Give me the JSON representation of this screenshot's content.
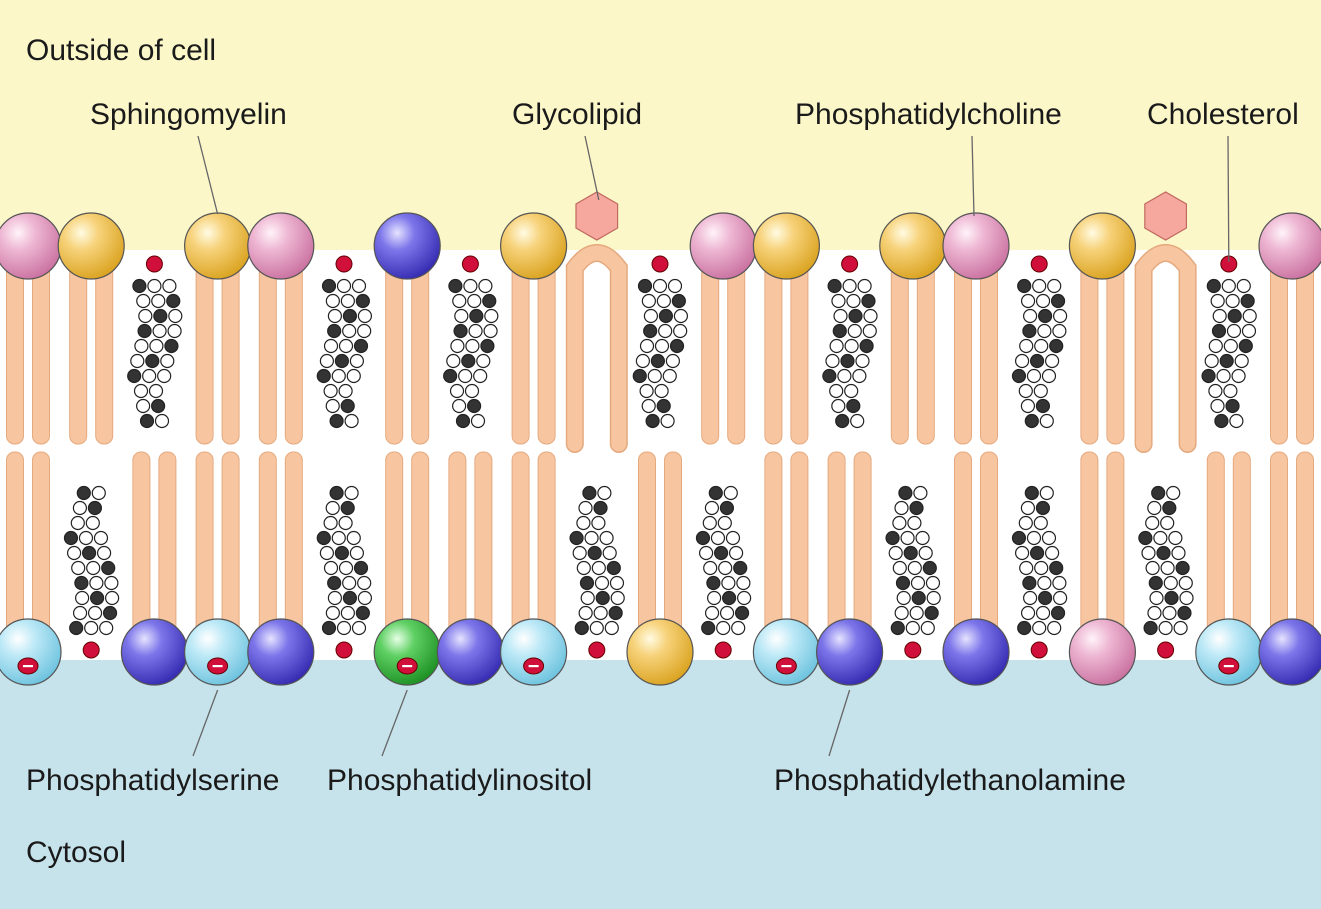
{
  "regions": {
    "outside": "Outside of cell",
    "cytosol": "Cytosol"
  },
  "labels": {
    "sphingomyelin": "Sphingomyelin",
    "glycolipid": "Glycolipid",
    "phosphatidylcholine": "Phosphatidylcholine",
    "cholesterol": "Cholesterol",
    "phosphatidylserine": "Phosphatidylserine",
    "phosphatidylinositol": "Phosphatidylinositol",
    "phosphatidylethanolamine": "Phosphatidylethanolamine"
  },
  "colors": {
    "outside_bg": "#FBF7C9",
    "cytosol_bg": "#C6E3EC",
    "tail": "#F7C6A1",
    "tail_stroke": "#E5A97E",
    "sphingomyelin_head": "#F2C24A",
    "phosphatidylcholine_head": "#E7A0C4",
    "phosphatidylethanolamine_head": "#5E55D8",
    "phosphatidylserine_head": "#9FDDF2",
    "phosphatidylinositol_head": "#3FC043",
    "glycolipid_sugar": "#F7A89E",
    "cholesterol_oh": "#D0103A",
    "negative_charge": "#D0103A"
  },
  "legend_of_heads": [
    "sphingomyelin",
    "phosphatidylcholine",
    "phosphatidylethanolamine",
    "phosphatidylserine",
    "phosphatidylinositol",
    "glycolipid",
    "cholesterol"
  ],
  "outer_leaflet": [
    "phosphatidylcholine",
    "sphingomyelin",
    "cholesterol",
    "sphingomyelin",
    "phosphatidylcholine",
    "cholesterol",
    "phosphatidylethanolamine",
    "cholesterol",
    "sphingomyelin",
    "glycolipid",
    "cholesterol",
    "phosphatidylcholine",
    "sphingomyelin",
    "cholesterol",
    "sphingomyelin",
    "phosphatidylcholine",
    "cholesterol",
    "sphingomyelin",
    "glycolipid",
    "cholesterol",
    "phosphatidylcholine"
  ],
  "inner_leaflet": [
    "phosphatidylserine",
    "cholesterol",
    "phosphatidylethanolamine",
    "phosphatidylserine",
    "phosphatidylethanolamine",
    "cholesterol",
    "phosphatidylinositol",
    "phosphatidylethanolamine",
    "phosphatidylserine",
    "cholesterol",
    "sphingomyelin",
    "cholesterol",
    "phosphatidylserine",
    "phosphatidylethanolamine",
    "cholesterol",
    "phosphatidylethanolamine",
    "cholesterol",
    "phosphatidylcholine",
    "cholesterol",
    "phosphatidylserine",
    "phosphatidylethanolamine"
  ]
}
